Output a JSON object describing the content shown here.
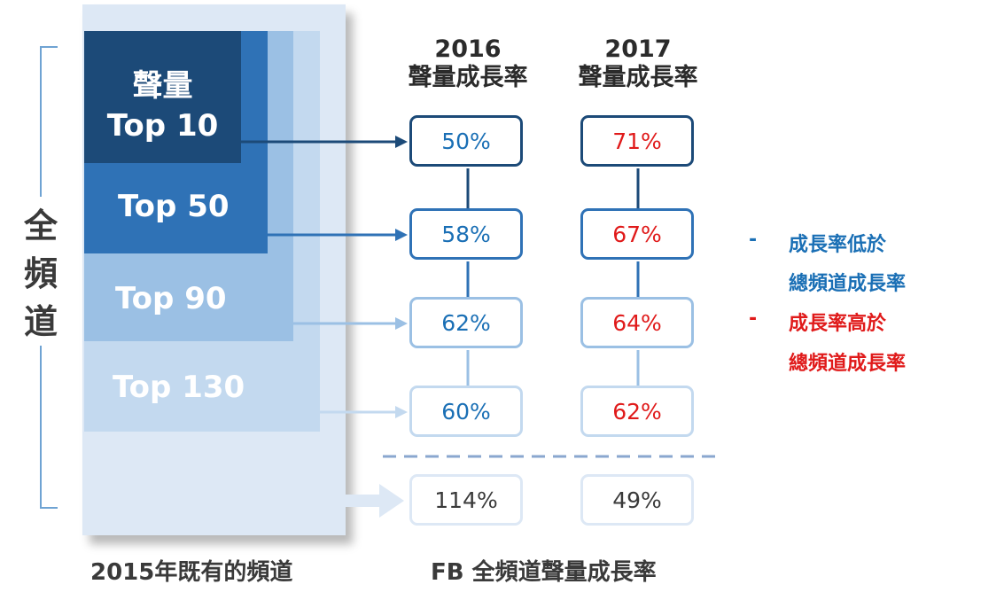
{
  "side_label": [
    "全",
    "頻",
    "道"
  ],
  "blocks": [
    {
      "line1": "聲量",
      "line2": "Top 10"
    },
    {
      "label": "Top 50"
    },
    {
      "label": "Top 90"
    },
    {
      "label": "Top 130"
    }
  ],
  "columns": [
    {
      "year": "2016",
      "title": "聲量成長率"
    },
    {
      "year": "2017",
      "title": "聲量成長率"
    }
  ],
  "growth": {
    "y2016": [
      "50%",
      "58%",
      "62%",
      "60%"
    ],
    "y2017": [
      "71%",
      "67%",
      "64%",
      "62%"
    ],
    "total_2016": "114%",
    "total_2017": "49%"
  },
  "legend": [
    {
      "dash": "-",
      "line1": "成長率低於",
      "line2": "總頻道成長率",
      "color": "#1a6fb5"
    },
    {
      "dash": "-",
      "line1": "成長率高於",
      "line2": "總頻道成長率",
      "color": "#e01a1a"
    }
  ],
  "captions": {
    "left": "2015年既有的頻道",
    "right": "FB 全頻道聲量成長率"
  },
  "colors": {
    "navy": "#1c4a78",
    "blue": "#2f72b6",
    "light_blue": "#9bc0e4",
    "pale_blue": "#c3d9ef",
    "red": "#e01a1a"
  }
}
